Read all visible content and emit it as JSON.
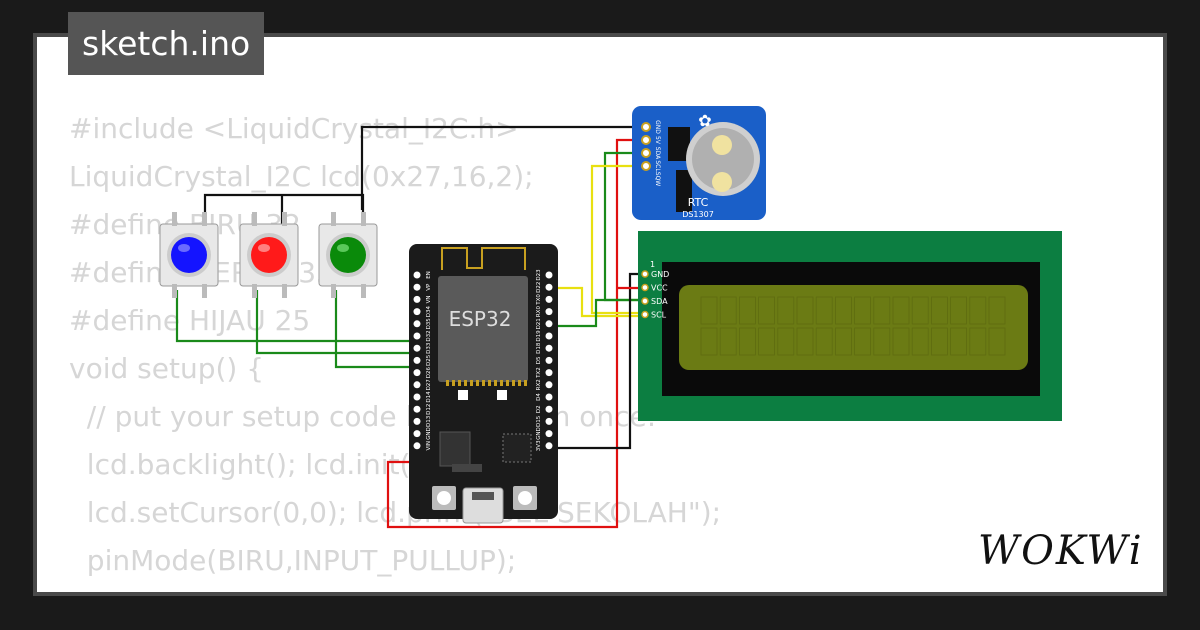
{
  "title": "sketch.ino",
  "code_lines": [
    "#include <LiquidCrystal_I2C.h>",
    "LiquidCrystal_I2C lcd(0x27,16,2);",
    "#define BIRU 32",
    "#define MERAH 33",
    "#define HIJAU 25",
    "",
    "void setup() {",
    "  // put your setup code here, to run once:",
    "  lcd.backlight(); lcd.init();",
    "  lcd.setCursor(0,0); lcd.print(\"BEL SEKOLAH\");",
    "  pinMode(BIRU,INPUT_PULLUP);"
  ],
  "esp32": {
    "label": "ESP32",
    "left_pins": [
      "EN",
      "VP",
      "VN",
      "D34",
      "D35",
      "D32",
      "D33",
      "D25",
      "D26",
      "D27",
      "D14",
      "D12",
      "D13",
      "GND",
      "VIN"
    ],
    "right_pins": [
      "D23",
      "D22",
      "TX0",
      "RX0",
      "D21",
      "D19",
      "D18",
      "D5",
      "TX2",
      "RX2",
      "D4",
      "D2",
      "D15",
      "GND",
      "3V3"
    ]
  },
  "rtc": {
    "label": "RTC",
    "chip": "DS1307",
    "pins": [
      "GND",
      "5V",
      "SDA",
      "SCL",
      "SQW"
    ]
  },
  "lcd": {
    "pin_index": "1",
    "pins": [
      "GND",
      "VCC",
      "SDA",
      "SCL"
    ]
  },
  "logo": "WOKWi",
  "colors": {
    "blue_button": "#1414ff",
    "red_button": "#ff1a1a",
    "green_button": "#0a8a0a",
    "lcd_board": "#0c7e41",
    "lcd_screen": "#6b7b14",
    "rtc_board": "#1a5fc8"
  }
}
